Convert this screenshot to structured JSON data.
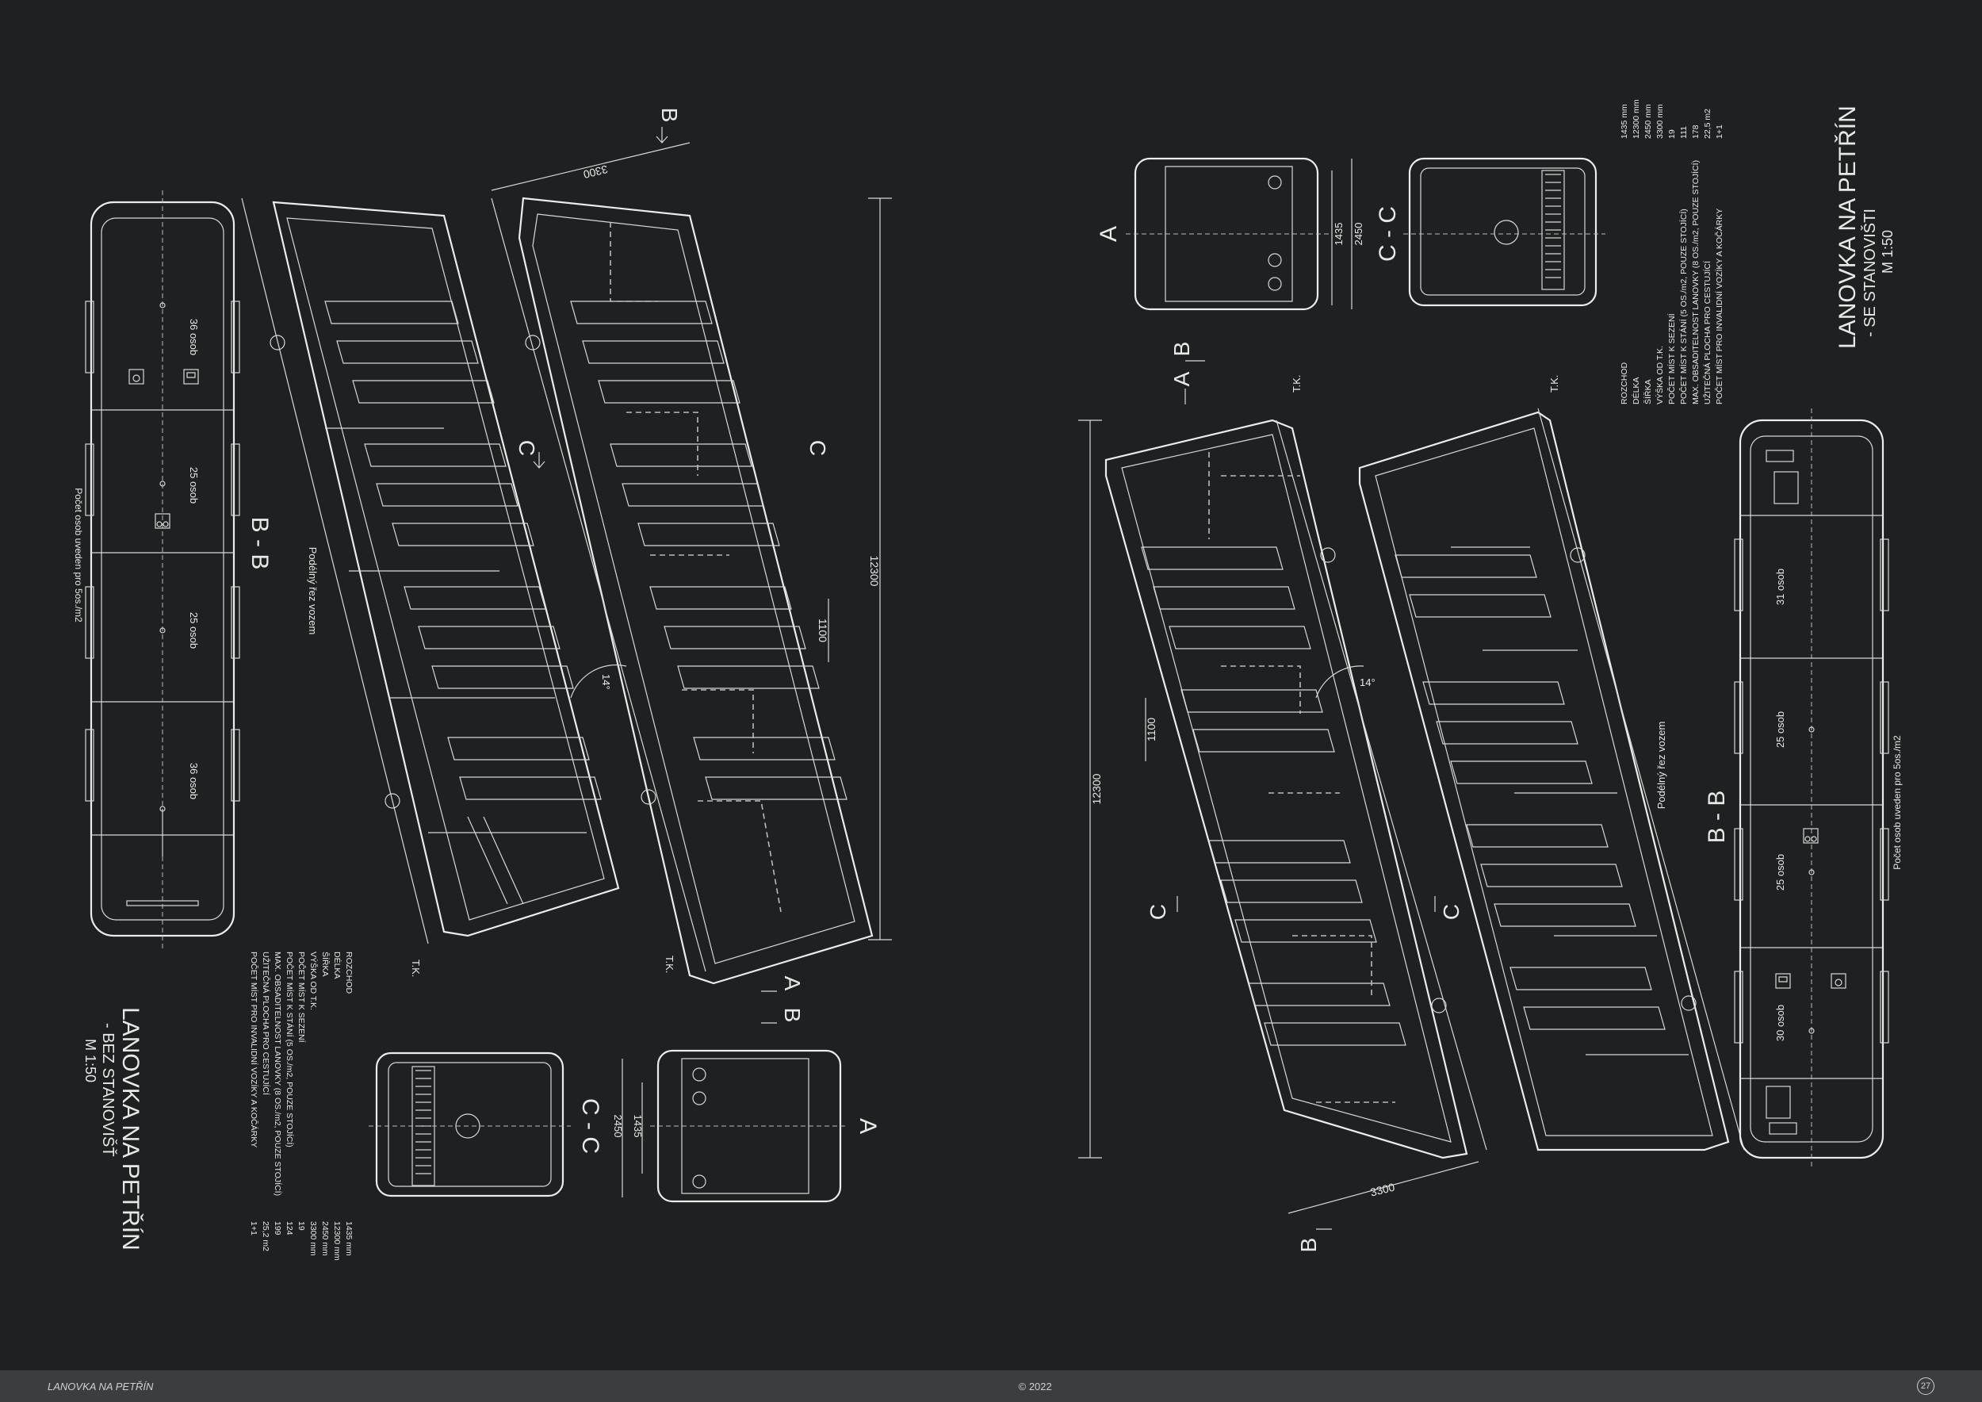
{
  "left": {
    "title": "LANOVKA NA PETŘÍN",
    "subtitle": "- BEZ STANOVIŠŤ",
    "scale": "M 1:50",
    "note": "Počet osob uveden pro 5os./m2",
    "bb_label": "B - B",
    "cc_label": "C - C",
    "a_label": "A",
    "section_label": "Podélný řez vozem",
    "tk": "T.K.",
    "dims": {
      "length": "12300",
      "width": "3300",
      "spacing": "1100",
      "angle": "14°",
      "gauge": "1435",
      "car_width": "2450"
    },
    "markers": {
      "a": "A",
      "b": "B",
      "c": "C"
    },
    "compartments": [
      "36 osob",
      "25 osob",
      "25 osob",
      "36 osob"
    ],
    "specs": [
      {
        "label": "ROZCHOD",
        "value": "1435 mm"
      },
      {
        "label": "DÉLKA",
        "value": "12300 mm"
      },
      {
        "label": "ŠÍŘKA",
        "value": "2450 mm"
      },
      {
        "label": "VÝŠKA OD T.K.",
        "value": "3300 mm"
      },
      {
        "label": "POČET MÍST K SEZENÍ",
        "value": "19"
      },
      {
        "label": "POČET MÍST K STÁNÍ (5 OS./m2, POUZE STOJÍCÍ)",
        "value": "124"
      },
      {
        "label": "MAX. OBSADITELNOST LANOVKY (8 OS./m2, POUZE STOJÍCÍ)",
        "value": "199"
      },
      {
        "label": "UŽITEČNÁ PLOCHA PRO CESTUJÍCÍ",
        "value": "25,2 m2"
      },
      {
        "label": "POČET MÍST PRO INVALIDNÍ VOZÍKY A KOČÁRKY",
        "value": "1+1"
      }
    ]
  },
  "right": {
    "title": "LANOVKA NA PETŘÍN",
    "subtitle": "- SE STANOVIŠTI",
    "scale": "M 1:50",
    "note": "Počet osob uveden pro 5os./m2",
    "bb_label": "B - B",
    "cc_label": "C - C",
    "a_label": "A",
    "section_label": "Podélný řez vozem",
    "tk": "T.K.",
    "dims": {
      "length": "12300",
      "width": "3300",
      "spacing": "1100",
      "angle": "14°",
      "gauge": "1435",
      "car_width": "2450"
    },
    "markers": {
      "a": "A",
      "b": "B",
      "c": "C"
    },
    "compartments": [
      "31 osob",
      "25 osob",
      "25 osob",
      "30 osob"
    ],
    "specs": [
      {
        "label": "ROZCHOD",
        "value": "1435 mm"
      },
      {
        "label": "DÉLKA",
        "value": "12300 mm"
      },
      {
        "label": "ŠÍŘKA",
        "value": "2450 mm"
      },
      {
        "label": "VÝŠKA OD T.K.",
        "value": "3300 mm"
      },
      {
        "label": "POČET MÍST K SEZENÍ",
        "value": "19"
      },
      {
        "label": "POČET MÍST K STÁNÍ (5 OS./m2, POUZE STOJÍCÍ)",
        "value": "111"
      },
      {
        "label": "MAX. OBSADITELNOST LANOVKY (8 OS./m2, POUZE STOJÍCÍ)",
        "value": "178"
      },
      {
        "label": "UŽITEČNÁ PLOCHA PRO CESTUJÍCÍ",
        "value": "22,5 m2"
      },
      {
        "label": "POČET MÍST PRO INVALIDNÍ VOZÍKY A KOČÁRKY",
        "value": "1+1"
      }
    ]
  },
  "footer": {
    "title": "LANOVKA NA PETŘÍN",
    "copyright": "© 2022",
    "page": "27"
  },
  "colors": {
    "background": "#1e2121",
    "lines": "#e8e8e8",
    "footer": "#3b3e3e"
  },
  "icons": [
    "wheelchair-icon",
    "stroller-icon",
    "bicycle-icon"
  ]
}
